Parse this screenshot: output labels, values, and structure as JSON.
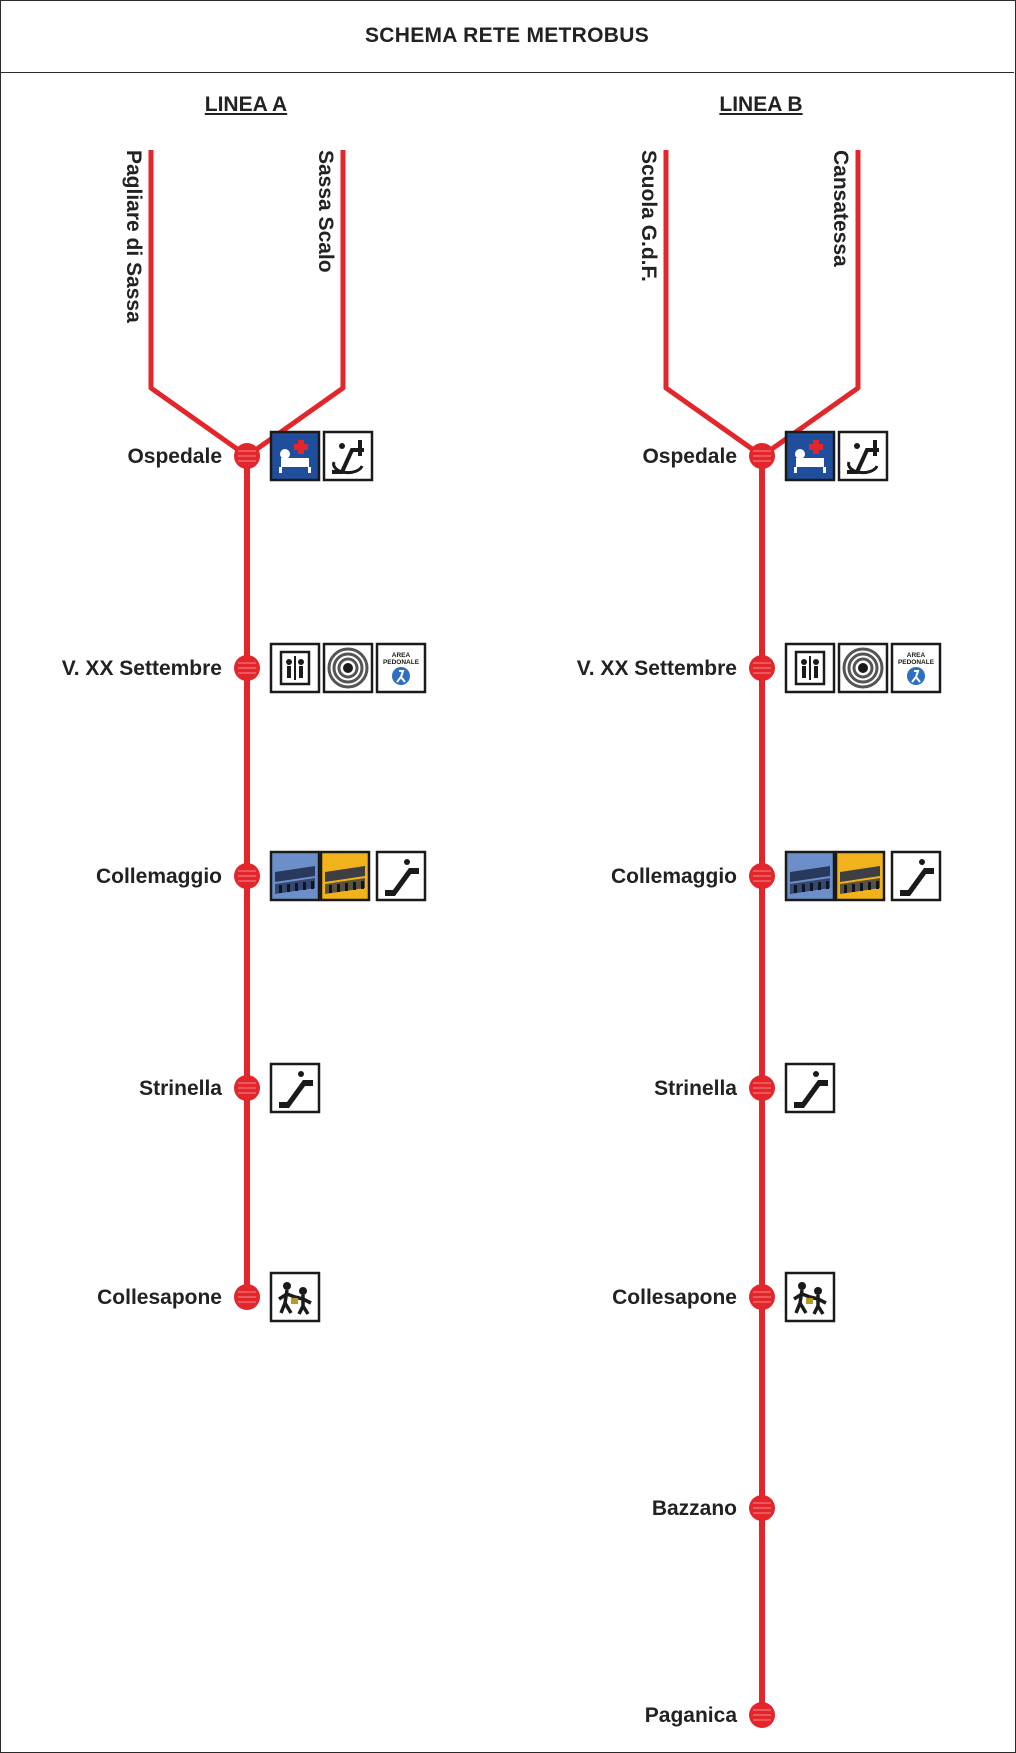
{
  "title": "SCHEMA RETE METROBUS",
  "colors": {
    "line": "#e3262c",
    "frame": "#2a2a2a",
    "text": "#222222",
    "icon_blue": "#1f4e9c",
    "icon_yellow": "#f2b21b"
  },
  "lines": [
    {
      "name": "LINEA A",
      "branches": [
        "Pagliare di Sassa",
        "Sassa Scalo"
      ],
      "stops": [
        {
          "name": "Ospedale",
          "icons": [
            "hospital-icon",
            "escalator-lift-icon"
          ]
        },
        {
          "name": "V. XX Settembre",
          "icons": [
            "elevator-icon",
            "roundabout-icon",
            "pedestrian-area-icon"
          ]
        },
        {
          "name": "Collemaggio",
          "icons": [
            "basilica-blue-icon",
            "basilica-yellow-icon",
            "escalator-icon"
          ]
        },
        {
          "name": "Strinella",
          "icons": [
            "escalator-icon"
          ]
        },
        {
          "name": "Collesapone",
          "icons": [
            "school-children-icon"
          ]
        }
      ]
    },
    {
      "name": "LINEA B",
      "branches": [
        "Scuola G.d.F.",
        "Cansatessa"
      ],
      "stops": [
        {
          "name": "Ospedale",
          "icons": [
            "hospital-icon",
            "escalator-lift-icon"
          ]
        },
        {
          "name": "V. XX Settembre",
          "icons": [
            "elevator-icon",
            "roundabout-icon",
            "pedestrian-area-icon"
          ]
        },
        {
          "name": "Collemaggio",
          "icons": [
            "basilica-blue-icon",
            "basilica-yellow-icon",
            "escalator-icon"
          ]
        },
        {
          "name": "Strinella",
          "icons": [
            "escalator-icon"
          ]
        },
        {
          "name": "Collesapone",
          "icons": [
            "school-children-icon"
          ]
        },
        {
          "name": "Bazzano",
          "icons": []
        },
        {
          "name": "Paganica",
          "icons": []
        }
      ]
    }
  ],
  "pedestrian_area_text": [
    "AREA",
    "PEDONALE"
  ]
}
